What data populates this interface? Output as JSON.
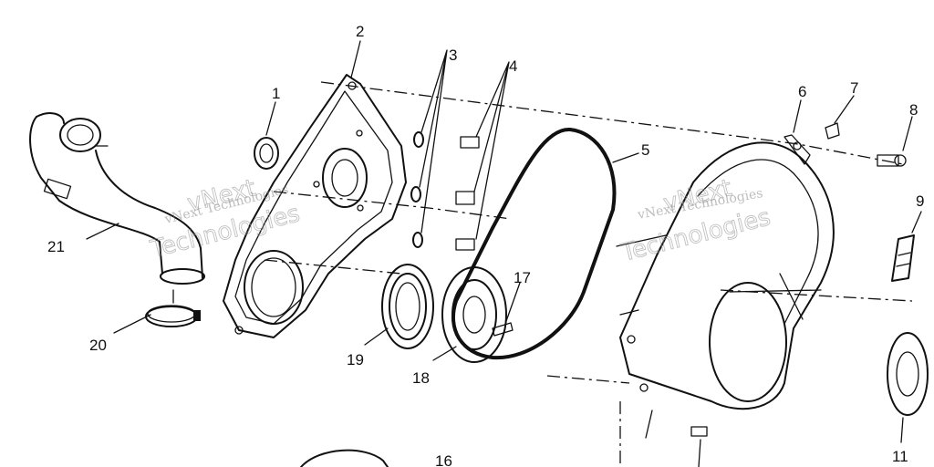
{
  "callouts": [
    "1",
    "2",
    "3",
    "4",
    "5",
    "6",
    "7",
    "8",
    "9",
    "11",
    "16",
    "17",
    "18",
    "19",
    "20",
    "21"
  ],
  "watermark": {
    "small_text": "vNext Technologies",
    "large_line1": "vNext",
    "large_line2": "Technologies"
  }
}
